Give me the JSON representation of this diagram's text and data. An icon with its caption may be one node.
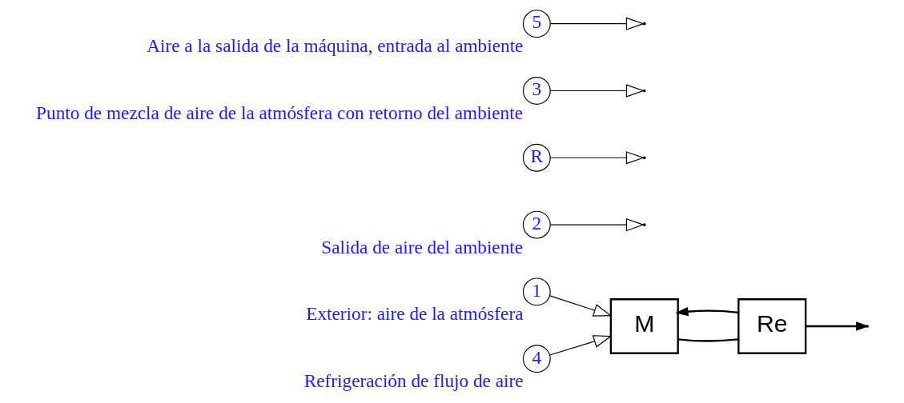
{
  "diagram": {
    "nodes": [
      {
        "text": [
          "1"
        ],
        "beside": [
          "Exterior: aire de la atmósfera"
        ]
      },
      {
        "text": [
          "M"
        ]
      },
      {
        "text": [
          "Re"
        ]
      },
      {
        "text": [
          "2"
        ],
        "beside": [
          "Salida de aire del ambiente"
        ]
      },
      {
        "text": [
          "R"
        ]
      },
      {
        "text": [
          "3"
        ],
        "beside": [
          "Punto de mezcla de aire de la atmósfera con retorno del ambiente"
        ]
      },
      {
        "text": [
          "4"
        ],
        "beside": [
          "Refrigeración de flujo de aire"
        ]
      },
      {
        "text": [
          "5"
        ],
        "beside": [
          "Aire a la salida de la máquina, entrada al ambiente"
        ]
      }
    ],
    "edges": [
      {
        "from": 0,
        "to": 1,
        "arrow": "to"
      },
      {
        "from": 1,
        "to": 2,
        "arrow": "none"
      },
      {
        "from": 2,
        "to": 1,
        "arrow": "to"
      },
      {
        "from": 2,
        "to": null,
        "arrow": "to"
      },
      {
        "from": 3,
        "to": null,
        "arrow": "to"
      },
      {
        "from": 4,
        "to": null,
        "arrow": "to"
      },
      {
        "from": 5,
        "to": null,
        "arrow": "to"
      },
      {
        "from": 6,
        "to": 1,
        "arrow": "to"
      },
      {
        "from": 7,
        "to": null,
        "arrow": "to"
      }
    ]
  }
}
